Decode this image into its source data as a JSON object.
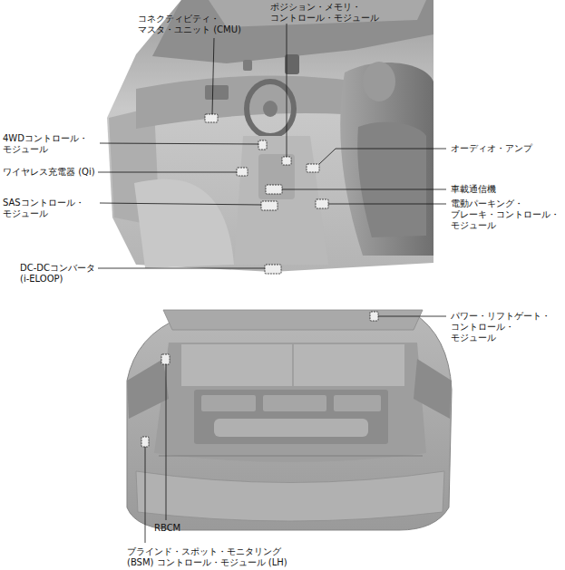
{
  "diagram": {
    "labels": [
      "コネクティビティ・ マスタ・ユニット (CMU)",
      "ポジション・メモリ・ コントロール・モジュール",
      "4WDコントロール・ モジュール",
      "オーディオ・アンプ",
      "ワイヤレス充電器 (Qi)",
      "車載通信機",
      "SASコントロール・ モジュール",
      "電動パーキング・ ブレーキ・コントロール・ モジュール",
      "DC-DCコンバータ (i-ELOOP)",
      "パワー・リフトゲート・ コントロール・ モジュール",
      "RBCM",
      "ブラインド・スポット・モニタリング (BSM) コントロール・モジュール (LH)"
    ]
  }
}
